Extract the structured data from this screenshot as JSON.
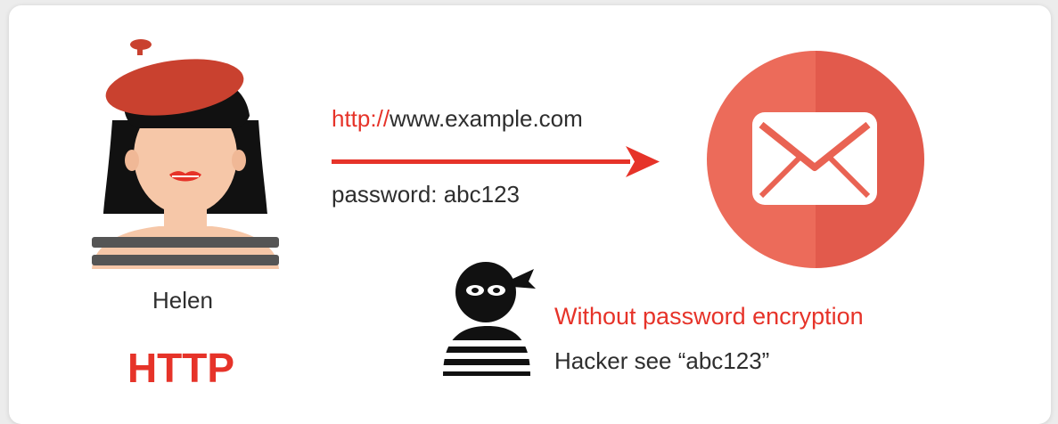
{
  "person": {
    "name": "Helen",
    "icon": "woman-beret-icon"
  },
  "protocol": "HTTP",
  "request": {
    "url_scheme": "http://",
    "url_host": "www.example.com",
    "password_text": "password: abc123"
  },
  "server": {
    "icon": "envelope-icon"
  },
  "hacker": {
    "icon": "masked-hacker-icon",
    "warning": "Without password encryption",
    "sees": "Hacker see “abc123”"
  },
  "colors": {
    "accent": "#e63329",
    "envelope_circle_left": "#ec6b5a",
    "envelope_circle_right": "#e25a4c",
    "beret": "#c9412f",
    "hair": "#111111",
    "skin": "#f6c7a8",
    "text": "#2e2e2e"
  }
}
